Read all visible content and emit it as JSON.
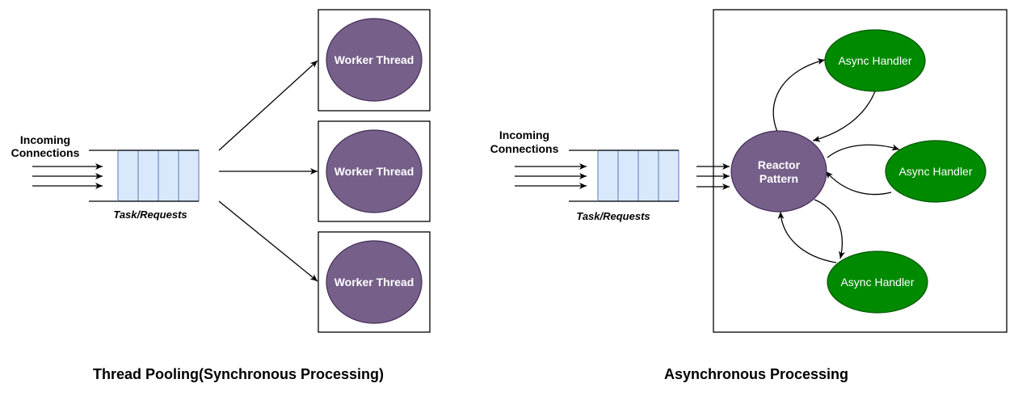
{
  "colors": {
    "thread_fill": "#76608a",
    "handler_fill": "#008a00",
    "queue_fill": "#dae8fc",
    "queue_stroke": "#6c8ebf",
    "line": "#000000"
  },
  "sync": {
    "incoming_line1": "Incoming",
    "incoming_line2": "Connections",
    "queue_label": "Task/Requests",
    "workers": [
      "Worker Thread",
      "Worker Thread",
      "Worker Thread"
    ],
    "caption": "Thread Pooling(Synchronous Processing)"
  },
  "async": {
    "incoming_line1": "Incoming",
    "incoming_line2": "Connections",
    "queue_label": "Task/Requests",
    "reactor_line1": "Reactor",
    "reactor_line2": "Pattern",
    "handlers": [
      "Async Handler",
      "Async Handler",
      "Async Handler"
    ],
    "caption": "Asynchronous Processing"
  }
}
